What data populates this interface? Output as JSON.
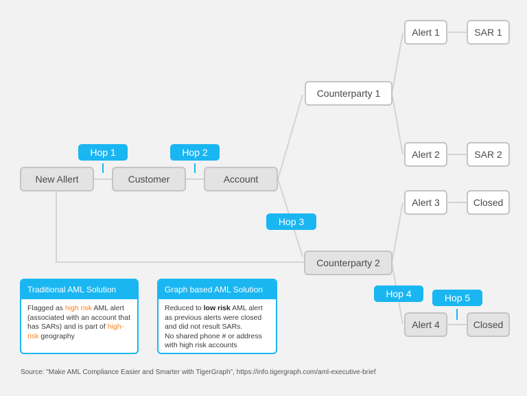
{
  "nodes": {
    "new_alert": "New Allert",
    "customer": "Customer",
    "account": "Account",
    "counterparty_1": "Counterparty 1",
    "counterparty_2": "Counterparty 2",
    "alert_1": "Alert 1",
    "sar_1": "SAR 1",
    "alert_2": "Alert 2",
    "sar_2": "SAR 2",
    "alert_3": "Alert 3",
    "closed_1": "Closed",
    "alert_4": "Alert 4",
    "closed_2": "Closed"
  },
  "hops": {
    "hop_1": "Hop 1",
    "hop_2": "Hop 2",
    "hop_3": "Hop 3",
    "hop_4": "Hop 4",
    "hop_5": "Hop 5"
  },
  "traditional": {
    "title": "Traditional AML Solution",
    "t1": "Flagged as ",
    "h1": "high risk",
    "t2": " AML alert (associated with an account that has SARs) and is part of ",
    "h2": "high-risk",
    "t3": " geography"
  },
  "graph_based": {
    "title": "Graph based AML Solution",
    "t1": "Reduced to ",
    "b1": "low risk",
    "t2": " AML alert as previous alerts were closed and did not result SARs.",
    "t3": "No shared phone # or address with high risk accounts"
  },
  "source": "Source: \"Make AML Compliance Easier and Smarter with TigerGraph\", https://info.tigergraph.com/aml-executive-brief",
  "colors": {
    "accent": "#1ab6f2",
    "highlight": "#f58220",
    "connector": "#d4d4d6",
    "node_border": "#c4c4c6",
    "node_grey_fill": "#e3e3e4",
    "background": "#f2f2f3"
  }
}
